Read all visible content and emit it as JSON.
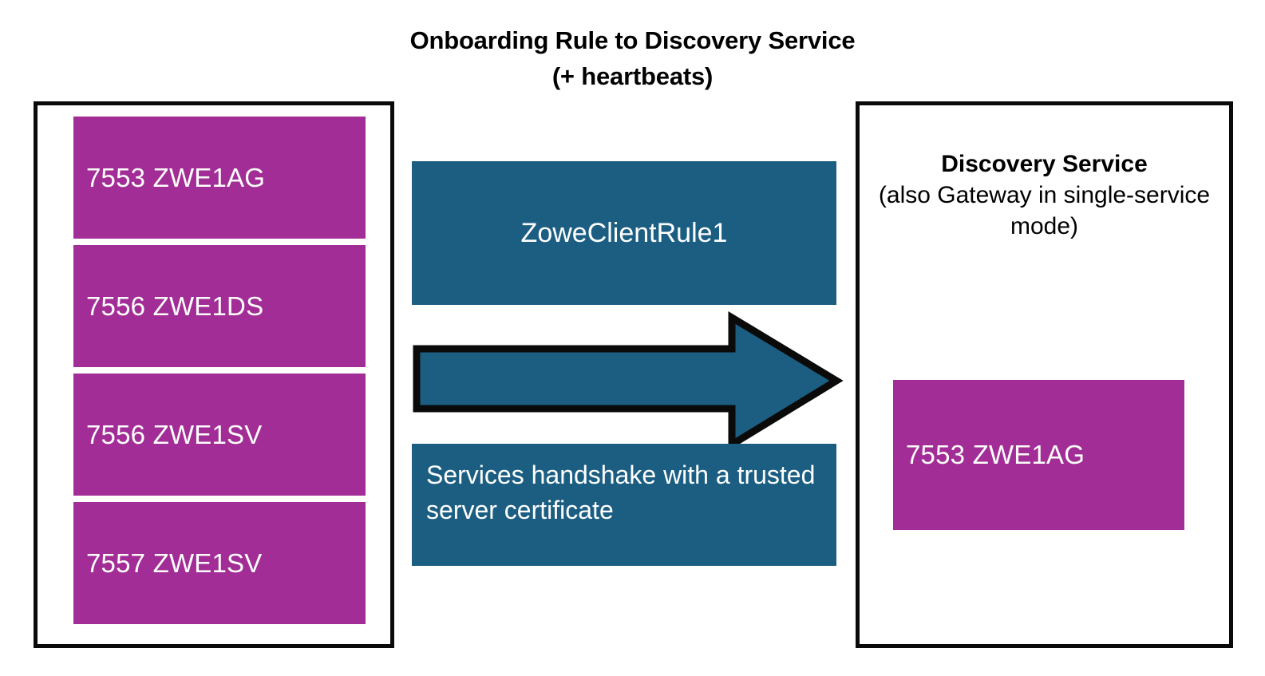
{
  "title": {
    "line1": "Onboarding Rule to Discovery Service",
    "line2": "(+ heartbeats)"
  },
  "colors": {
    "purple": "#a22d96",
    "teal": "#1b5e82",
    "outline": "#0a0a0a",
    "text_on_fill": "#ffffff",
    "text": "#000000"
  },
  "left_panel": {
    "name": "services-container",
    "services": [
      {
        "label": "7553 ZWE1AG",
        "port": "7553",
        "id": "ZWE1AG"
      },
      {
        "label": "7556 ZWE1DS",
        "port": "7556",
        "id": "ZWE1DS"
      },
      {
        "label": "7556 ZWE1SV",
        "port": "7556",
        "id": "ZWE1SV"
      },
      {
        "label": "7557 ZWE1SV",
        "port": "7557",
        "id": "ZWE1SV"
      }
    ]
  },
  "center": {
    "rule_box_label": "ZoweClientRule1",
    "handshake_note": "Services handshake with a trusted server certificate",
    "arrow": {
      "icon": "right-block-arrow-icon",
      "direction": "right",
      "fill": "#1b5e82",
      "stroke": "#0a0a0a"
    }
  },
  "right_panel": {
    "heading": "Discovery Service",
    "subheading": "(also Gateway in single-service mode)",
    "registered_service": {
      "label": "7553 ZWE1AG",
      "port": "7553",
      "id": "ZWE1AG"
    }
  }
}
